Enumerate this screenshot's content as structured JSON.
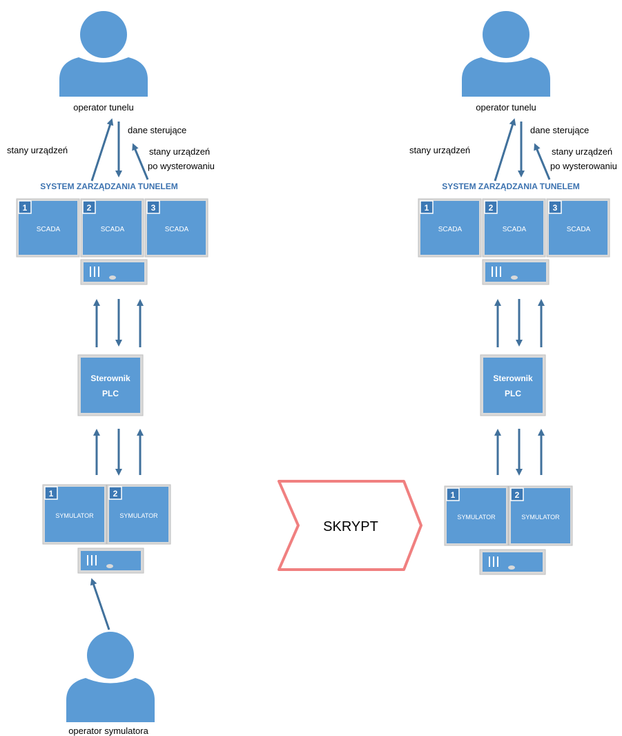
{
  "left": {
    "operator_top": "operator tunelu",
    "label_stany": "stany urządzeń",
    "label_dane": "dane sterujące",
    "label_after_1": "stany urządzeń",
    "label_after_2": "po wysterowaniu",
    "system_title": "SYSTEM ZARZĄDZANIA TUNELEM",
    "scada": [
      {
        "num": "1",
        "label": "SCADA"
      },
      {
        "num": "2",
        "label": "SCADA"
      },
      {
        "num": "3",
        "label": "SCADA"
      }
    ],
    "plc_line1": "Sterownik",
    "plc_line2": "PLC",
    "sim": [
      {
        "num": "1",
        "label": "SYMULATOR"
      },
      {
        "num": "2",
        "label": "SYMULATOR"
      }
    ],
    "operator_bottom": "operator symulatora"
  },
  "middle": {
    "script_label": "SKRYPT"
  },
  "right": {
    "operator_top": "operator tunelu",
    "label_stany": "stany urządzeń",
    "label_dane": "dane sterujące",
    "label_after_1": "stany urządzeń",
    "label_after_2": "po wysterowaniu",
    "system_title": "SYSTEM ZARZĄDZANIA TUNELEM",
    "scada": [
      {
        "num": "1",
        "label": "SCADA"
      },
      {
        "num": "2",
        "label": "SCADA"
      },
      {
        "num": "3",
        "label": "SCADA"
      }
    ],
    "plc_line1": "Sterownik",
    "plc_line2": "PLC",
    "sim": [
      {
        "num": "1",
        "label": "SYMULATOR"
      },
      {
        "num": "2",
        "label": "SYMULATOR"
      }
    ]
  },
  "colors": {
    "box_fill": "#5b9bd5",
    "box_frame": "#c8c8c8",
    "arrow": "#41719c",
    "title": "#3d73b0",
    "script_border": "#f08080"
  }
}
